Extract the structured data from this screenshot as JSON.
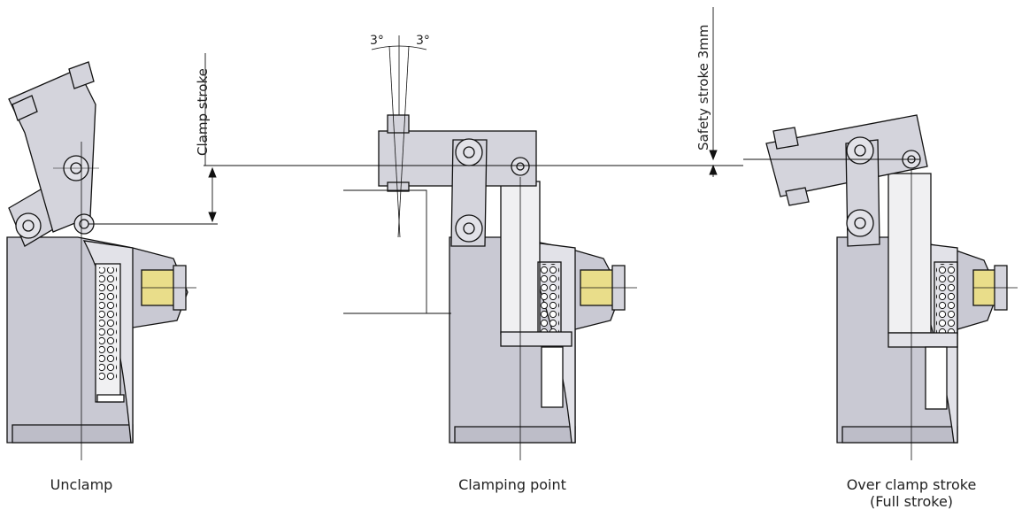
{
  "diagram": {
    "captions": {
      "unclamp": "Unclamp",
      "clamping_point": "Clamping point",
      "over_clamp_line1": "Over clamp stroke",
      "over_clamp_line2": "(Full stroke)"
    },
    "dimensions": {
      "clamp_stroke": "Clamp stroke",
      "safety_stroke": "Safety stroke 3mm",
      "angle_left": "3°",
      "angle_right": "3°"
    },
    "colors": {
      "body": "#c9c9d3",
      "body_light": "#e2e2e8",
      "arm": "#d4d4dc",
      "slot": "#f0f0f2",
      "fitting": "#e9dd8a",
      "line": "#111111"
    }
  }
}
